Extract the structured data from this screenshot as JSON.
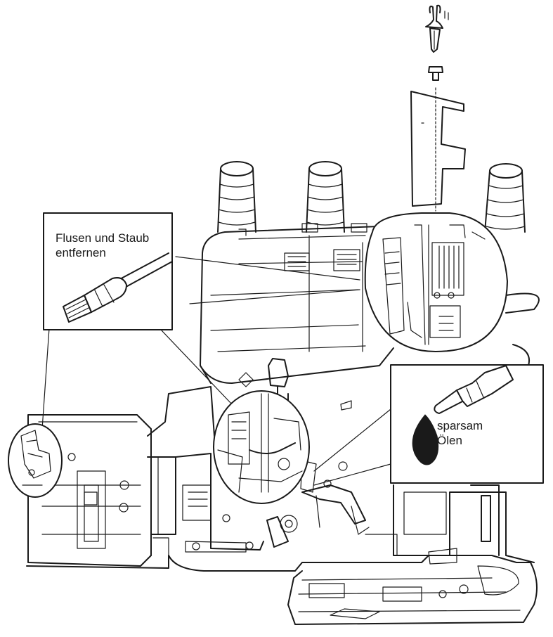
{
  "callouts": {
    "lint": {
      "line1": "Flusen und Staub",
      "line2": "entfernen"
    },
    "oil": {
      "line1": "sparsam",
      "line2": "Ölen"
    }
  },
  "icons": {
    "brush": "brush-icon",
    "oil_can": "oil-can-icon",
    "oil_drop": "oil-drop-icon",
    "screwdriver": "screwdriver-icon"
  },
  "colors": {
    "ink": "#1a1a1a",
    "paper": "#ffffff"
  }
}
